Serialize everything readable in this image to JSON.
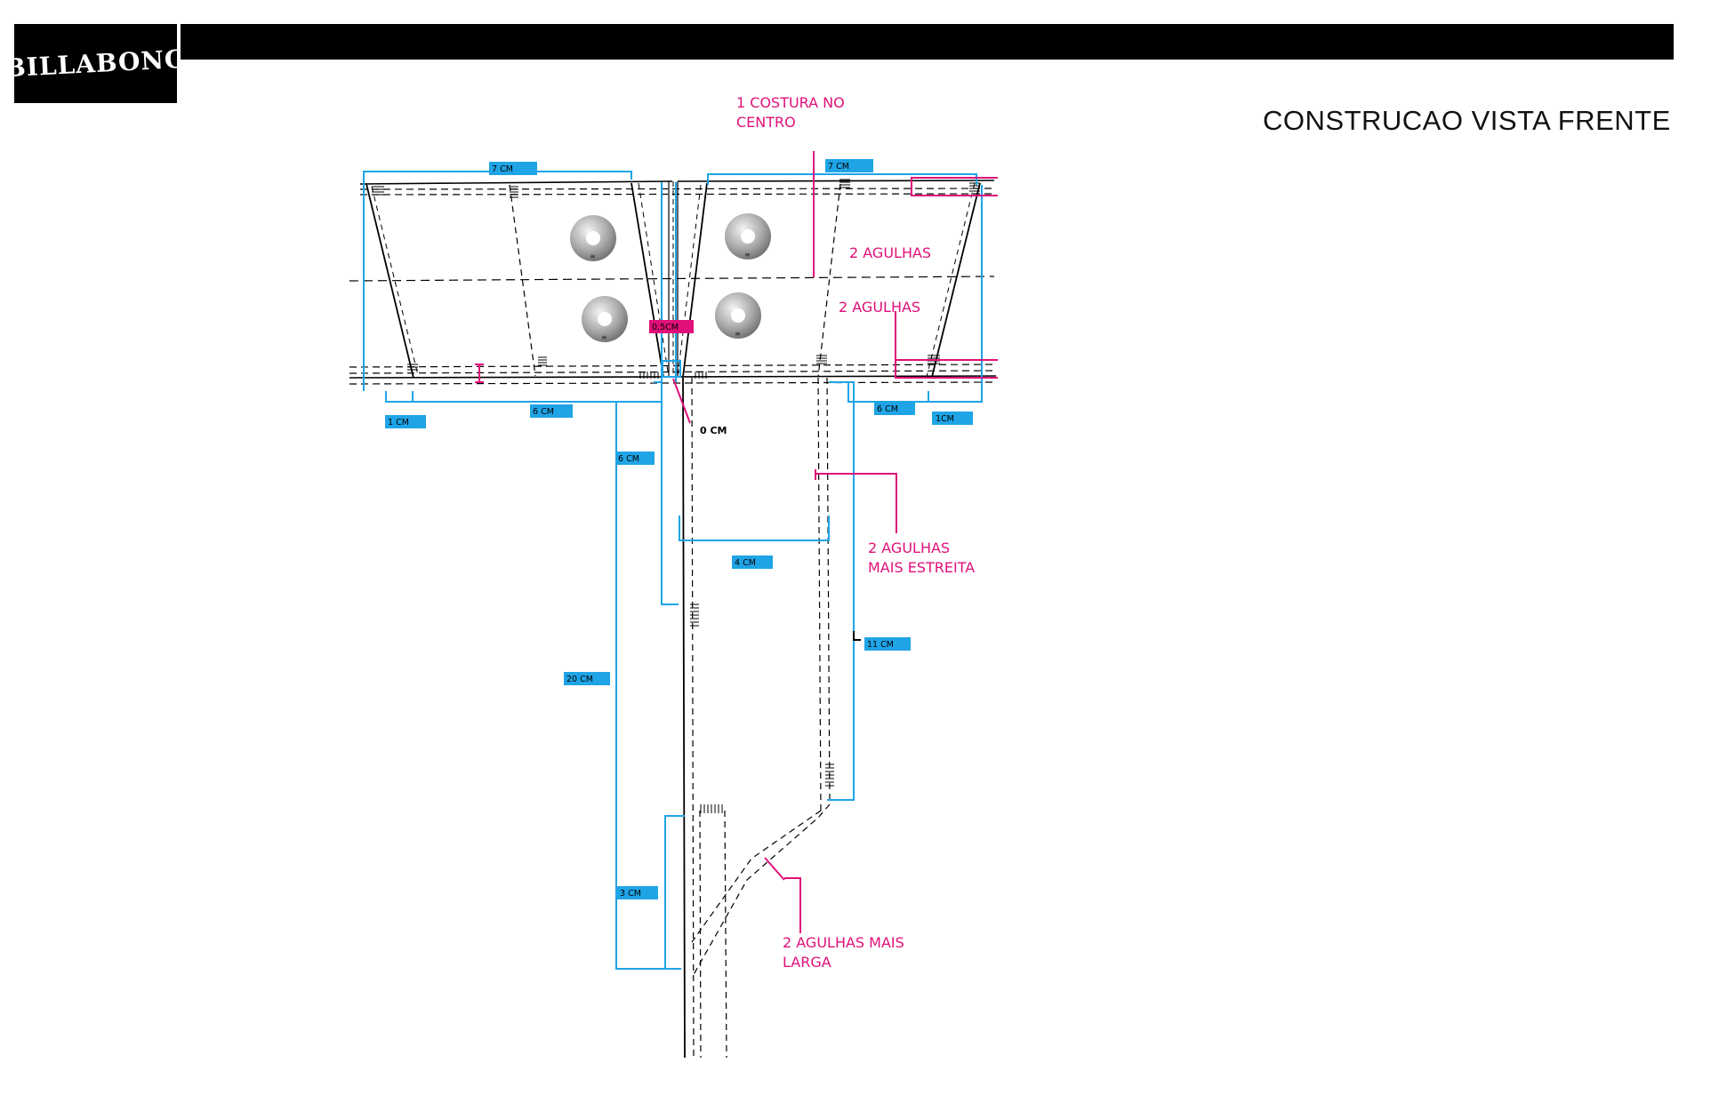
{
  "header": {
    "logo_text": "BILLABONG",
    "title": "CONSTRUCAO VISTA FRENTE"
  },
  "colors": {
    "dimension": "#1fa4e6",
    "annotation": "#e0107a",
    "line": "#000000"
  },
  "dimensions": [
    {
      "label": "7 CM"
    },
    {
      "label": "7 CM"
    },
    {
      "label": "1 CM"
    },
    {
      "label": "6 CM"
    },
    {
      "label": "6 CM"
    },
    {
      "label": "1CM"
    },
    {
      "label": "6 CM"
    },
    {
      "label": "4 CM"
    },
    {
      "label": "11 CM"
    },
    {
      "label": "20 CM"
    },
    {
      "label": "3 CM"
    },
    {
      "label": "0,5CM"
    }
  ],
  "notes": {
    "center_seam": [
      "1 COSTURA  NO",
      "CENTRO"
    ],
    "two_needles_1": "2 AGULHAS",
    "two_needles_2": "2 AGULHAS",
    "two_needles_narrow": [
      "2 AGULHAS",
      "MAIS ESTREITA"
    ],
    "two_needles_wide": [
      "2 AGULHAS MAIS",
      "LARGA"
    ],
    "zero_cm": "0 CM"
  },
  "hardware": {
    "rivet_icon": "rivet-button-icon"
  }
}
